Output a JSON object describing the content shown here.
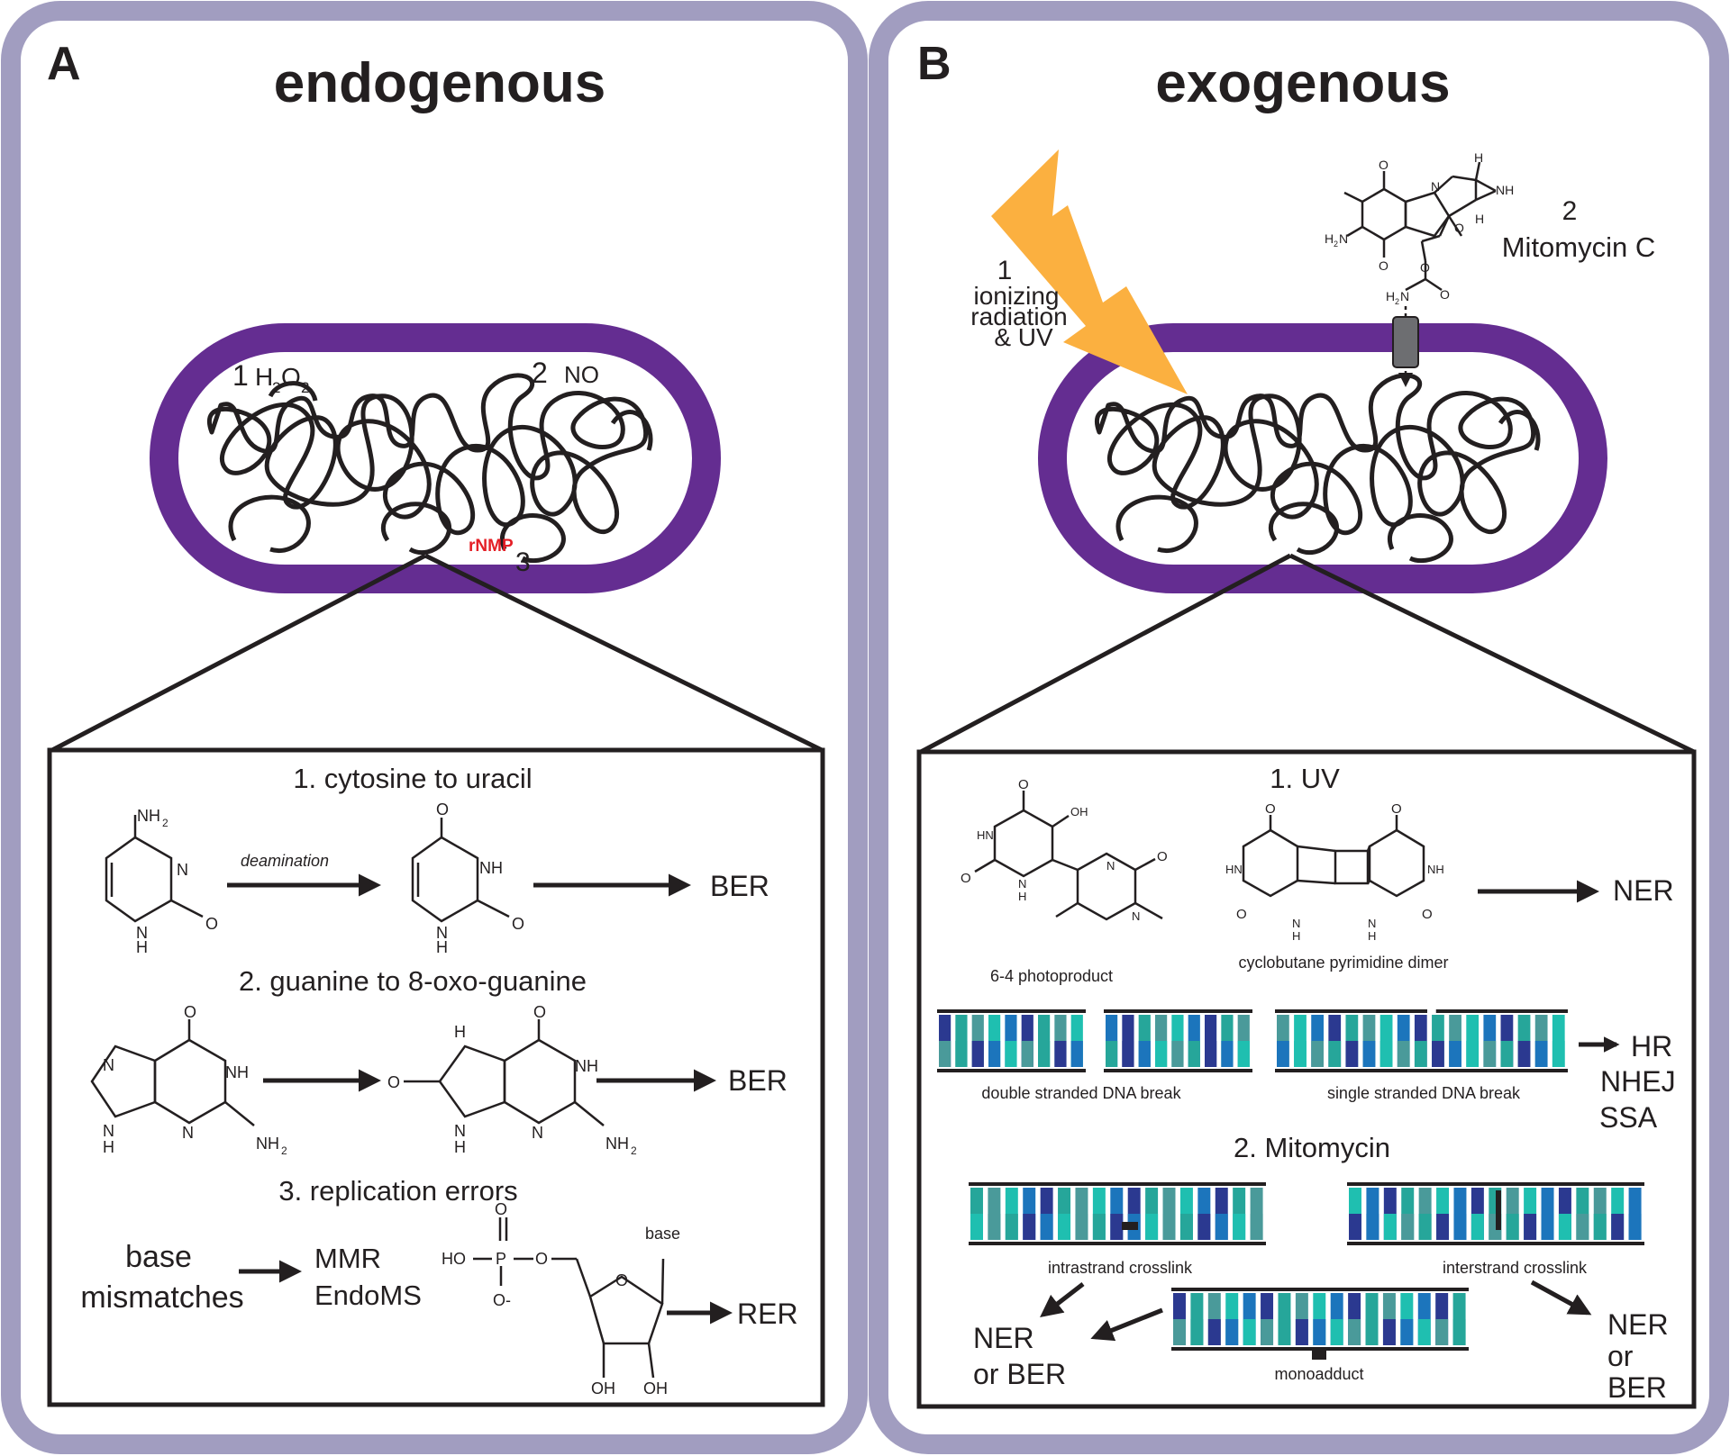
{
  "panelA": {
    "letter": "A",
    "title": "endogenous",
    "cell": {
      "label1_num": "1",
      "label1_h": "H",
      "label1_h_sub": "2",
      "label1_o": "O",
      "label1_o_sub": "2",
      "label2_num": "2",
      "label2_text": "NO",
      "label3_red": "rNMP",
      "label3_num": "3"
    },
    "box": {
      "sec1_title": "1. cytosine to uracil",
      "sec1_arrow_label": "deamination",
      "sec1_result": "BER",
      "sec2_title": "2. guanine to 8-oxo-guanine",
      "sec2_result": "BER",
      "sec3_title": "3. replication errors",
      "sec3_left_line1": "base",
      "sec3_left_line2": "mismatches",
      "sec3_mid_line1": "MMR",
      "sec3_mid_line2": "EndoMS",
      "sec3_result": "RER",
      "chem": {
        "nh2": "NH",
        "sub2": "2",
        "n": "N",
        "nh": "NH",
        "h": "H",
        "o": "O",
        "ho": "HO",
        "p": "P",
        "o_minus": "O-",
        "oh": "OH",
        "base": "base"
      }
    }
  },
  "panelB": {
    "letter": "B",
    "title": "exogenous",
    "source1_num": "1",
    "source1_line1": "ionizing",
    "source1_line2": "radiation",
    "source1_line3": "& UV",
    "source2_num": "2",
    "source2_name": "Mitomycin C",
    "chem": {
      "h2n": "H",
      "sub2": "2",
      "n": "N",
      "nh": "NH",
      "o": "O",
      "h": "H",
      "hn": "HN",
      "oh": "OH"
    },
    "box": {
      "sec1_title": "1. UV",
      "photoproduct_label": "6-4 photoproduct",
      "cpd_label": "cyclobutane pyrimidine dimer",
      "sec1_result": "NER",
      "ds_break_label": "double stranded DNA break",
      "ss_break_label": "single stranded DNA break",
      "break_result_1": "HR",
      "break_result_2": "NHEJ",
      "break_result_3": "SSA",
      "sec2_title": "2. Mitomycin",
      "intrastrand_label": "intrastrand crosslink",
      "interstrand_label": "interstrand crosslink",
      "monoadduct_label": "monoadduct",
      "left_result_1": "NER",
      "left_result_2": "or BER",
      "right_result_1": "NER",
      "right_result_2": "or",
      "right_result_3": "BER"
    }
  },
  "colors": {
    "panel_border": "#a19dc0",
    "cell_membrane": "#642d91",
    "lightning": "#fbb040",
    "red_label": "#e41f26",
    "dna_navy": "#2b3990",
    "dna_blue": "#1c75bc",
    "dna_teal": "#26a69a",
    "dna_cyan": "#1fbfb0",
    "dna_gray_teal": "#4a9a9a"
  }
}
